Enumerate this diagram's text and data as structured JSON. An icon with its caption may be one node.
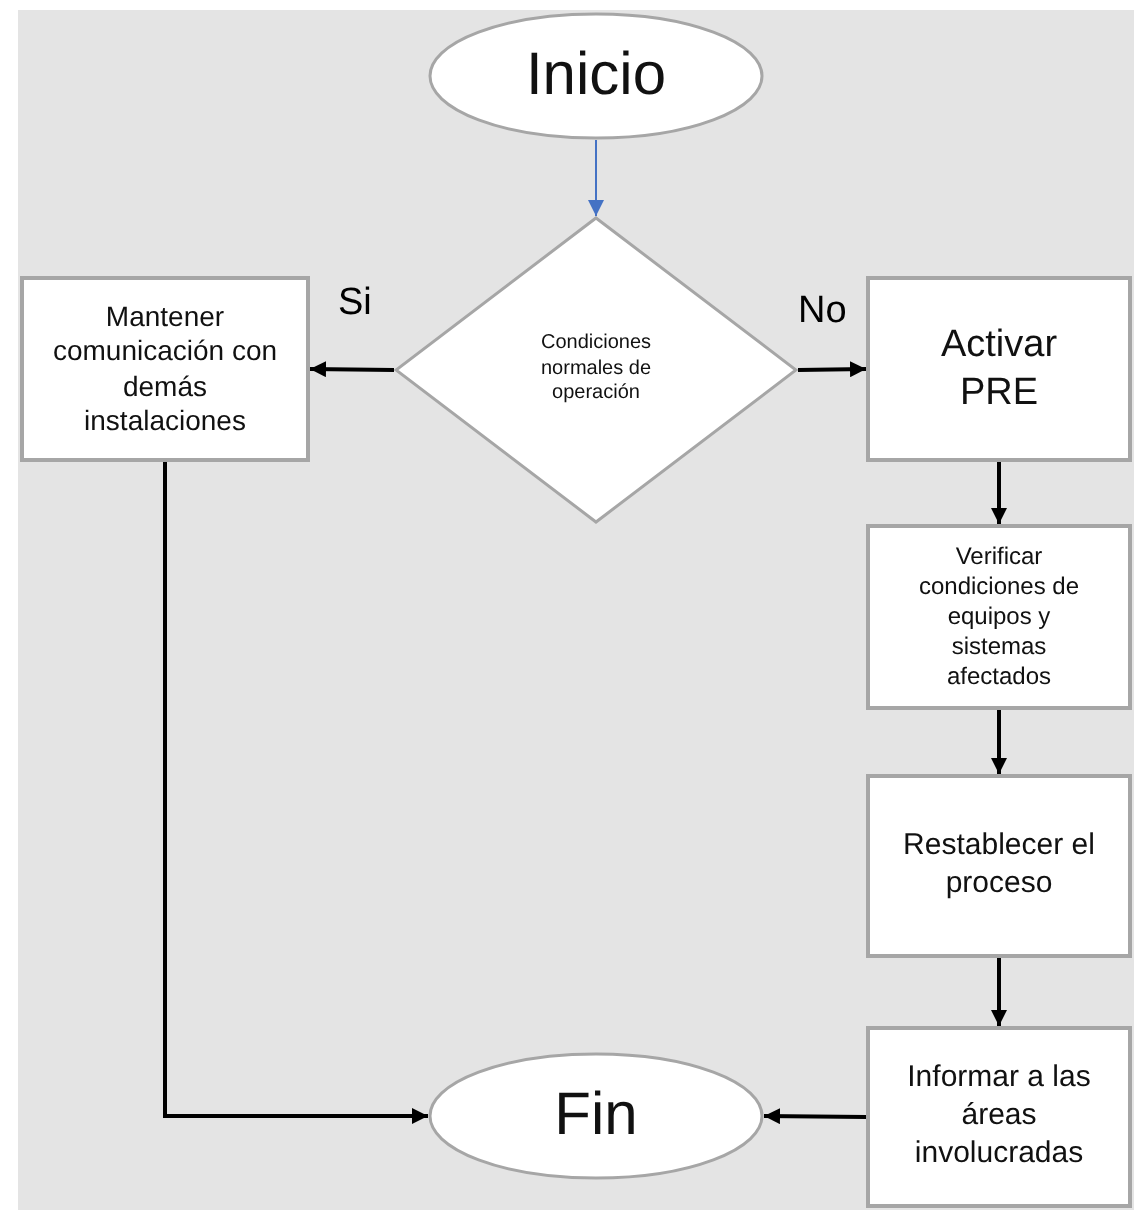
{
  "diagram": {
    "nodes": [
      {
        "text": [
          "Inicio"
        ]
      },
      {
        "text": [
          "Condiciones normales de operación"
        ]
      },
      {
        "text": [
          "Mantener comunicación con demás instalaciones"
        ]
      },
      {
        "text": [
          "Activar PRE"
        ]
      },
      {
        "text": [
          "Verificar condiciones de equipos y sistemas afectados"
        ]
      },
      {
        "text": [
          "Restablecer el proceso"
        ]
      },
      {
        "text": [
          "Informar a las áreas involucradas"
        ]
      },
      {
        "text": [
          "Fin"
        ]
      }
    ],
    "edges": [
      {
        "from": 0,
        "to": 1,
        "arrow": "to",
        "color": "#4472c4"
      },
      {
        "from": 1,
        "to": 2,
        "arrow": "to",
        "label": "Si"
      },
      {
        "from": 1,
        "to": 3,
        "arrow": "to",
        "label": "No"
      },
      {
        "from": 3,
        "to": 4,
        "arrow": "to"
      },
      {
        "from": 4,
        "to": 5,
        "arrow": "to"
      },
      {
        "from": 5,
        "to": 6,
        "arrow": "to"
      },
      {
        "from": 6,
        "to": 7,
        "arrow": "to"
      },
      {
        "from": 2,
        "to": 7,
        "arrow": "to"
      }
    ]
  }
}
